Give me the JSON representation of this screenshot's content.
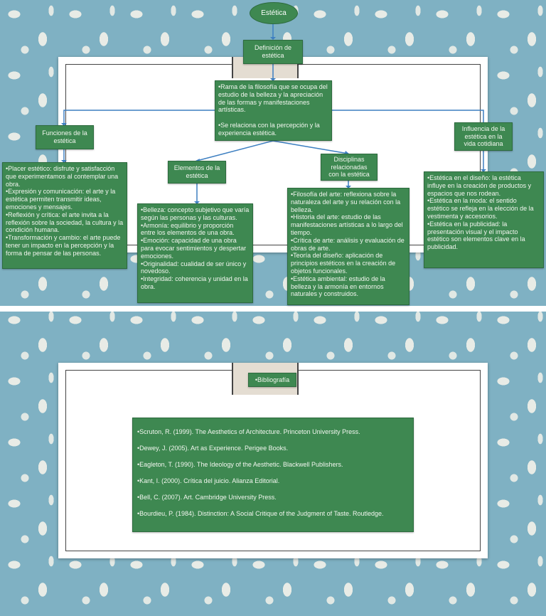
{
  "root": {
    "label": "Estética"
  },
  "definition": {
    "title": "Definición de\nestética",
    "text": "•Rama de la filosofía que se ocupa del estudio de la belleza y la apreciación de las formas y manifestaciones artísticas.\n\n•Se relaciona con la percepción y la experiencia estética."
  },
  "functions": {
    "title": "Funciones de la\nestética",
    "text": "•Placer estético: disfrute y satisfacción que experimentamos al contemplar una obra.\n•Expresión y comunicación: el arte y la estética permiten transmitir ideas, emociones y mensajes.\n•Reflexión y crítica: el arte invita a la reflexión sobre la sociedad, la cultura y la condición humana.\n•Transformación y cambio: el arte puede tener un impacto en la percepción y la forma de pensar de las personas."
  },
  "elements": {
    "title": "Elementos de la\nestética",
    "text": "•Belleza: concepto subjetivo que varía según las personas y las culturas.\n•Armonía: equilibrio y proporción entre los elementos de una obra.\n•Emoción: capacidad de una obra para evocar sentimientos y despertar emociones.\n•Originalidad: cualidad de ser único y novedoso.\n•Integridad: coherencia y unidad en la obra."
  },
  "disciplines": {
    "title": "Disciplinas\nrelacionadas\ncon la estética",
    "text": "•Filosofía del arte: reflexiona sobre la naturaleza del arte y su relación con la belleza.\n•Historia del arte: estudio de las manifestaciones artísticas a lo largo del tiempo.\n•Crítica de arte: análisis y evaluación de obras de arte.\n•Teoría del diseño: aplicación de principios estéticos en la creación de objetos funcionales.\n•Estética ambiental: estudio de la belleza y la armonía en entornos naturales y construidos."
  },
  "influence": {
    "title": "Influencia de la\nestética en la\nvida cotidiana",
    "text": "•Estética en el diseño: la estética influye en la creación de productos y espacios que nos rodean.\n•Estética en la moda: el sentido estético se refleja en la elección de la vestimenta y accesorios.\n•Estética en la publicidad: la presentación visual y el impacto estético son elementos clave en la publicidad."
  },
  "bibliography": {
    "title": "•Bibliografía",
    "items": [
      "•Scruton, R. (1999). The Aesthetics of Architecture. Princeton University Press.",
      "•Dewey, J. (2005). Art as Experience. Perigee Books.",
      "•Eagleton, T. (1990). The Ideology of the Aesthetic. Blackwell Publishers.",
      "•Kant, I. (2000). Crítica del juicio. Alianza Editorial.",
      "•Bell, C. (2007). Art. Cambridge University Press.",
      "•Bourdieu, P. (1984). Distinction: A Social Critique of the Judgment of Taste. Routledge."
    ]
  },
  "colors": {
    "node": "#3e8851",
    "link": "#3d7fc1",
    "background": "#7fb1c3"
  }
}
